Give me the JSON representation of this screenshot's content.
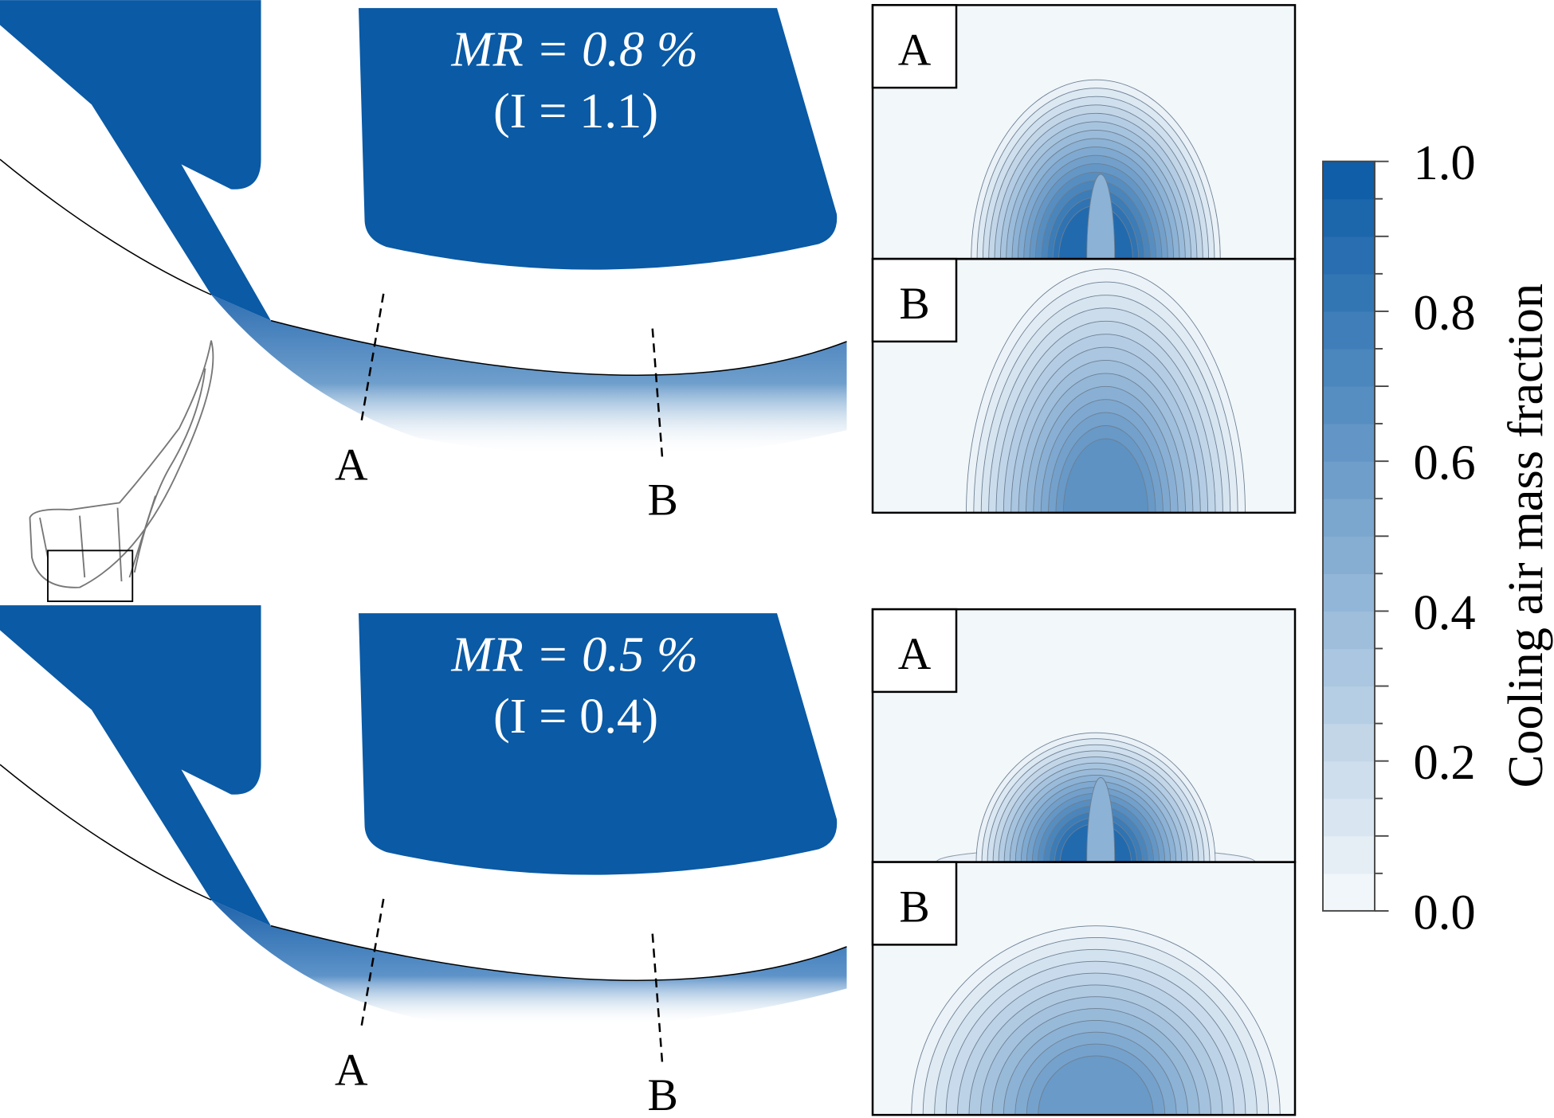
{
  "panels": [
    {
      "mr_label": "MR = 0.8 %",
      "i_label": "(I = 1.1)",
      "section_a": "A",
      "section_b": "B"
    },
    {
      "mr_label": "MR = 0.5 %",
      "i_label": "(I = 0.4)",
      "section_a": "A",
      "section_b": "B"
    }
  ],
  "contour_labels": [
    "A",
    "B",
    "A",
    "B"
  ],
  "colorbar": {
    "title": "Cooling air mass fraction",
    "min": 0.0,
    "max": 1.0,
    "levels": 20,
    "tick_labels": [
      "0.0",
      "0.2",
      "0.4",
      "0.6",
      "0.8",
      "1.0"
    ],
    "color_low": "#f7fafc",
    "color_high": "#0a5aa5"
  },
  "colors": {
    "solid": "#0a5aa5"
  }
}
